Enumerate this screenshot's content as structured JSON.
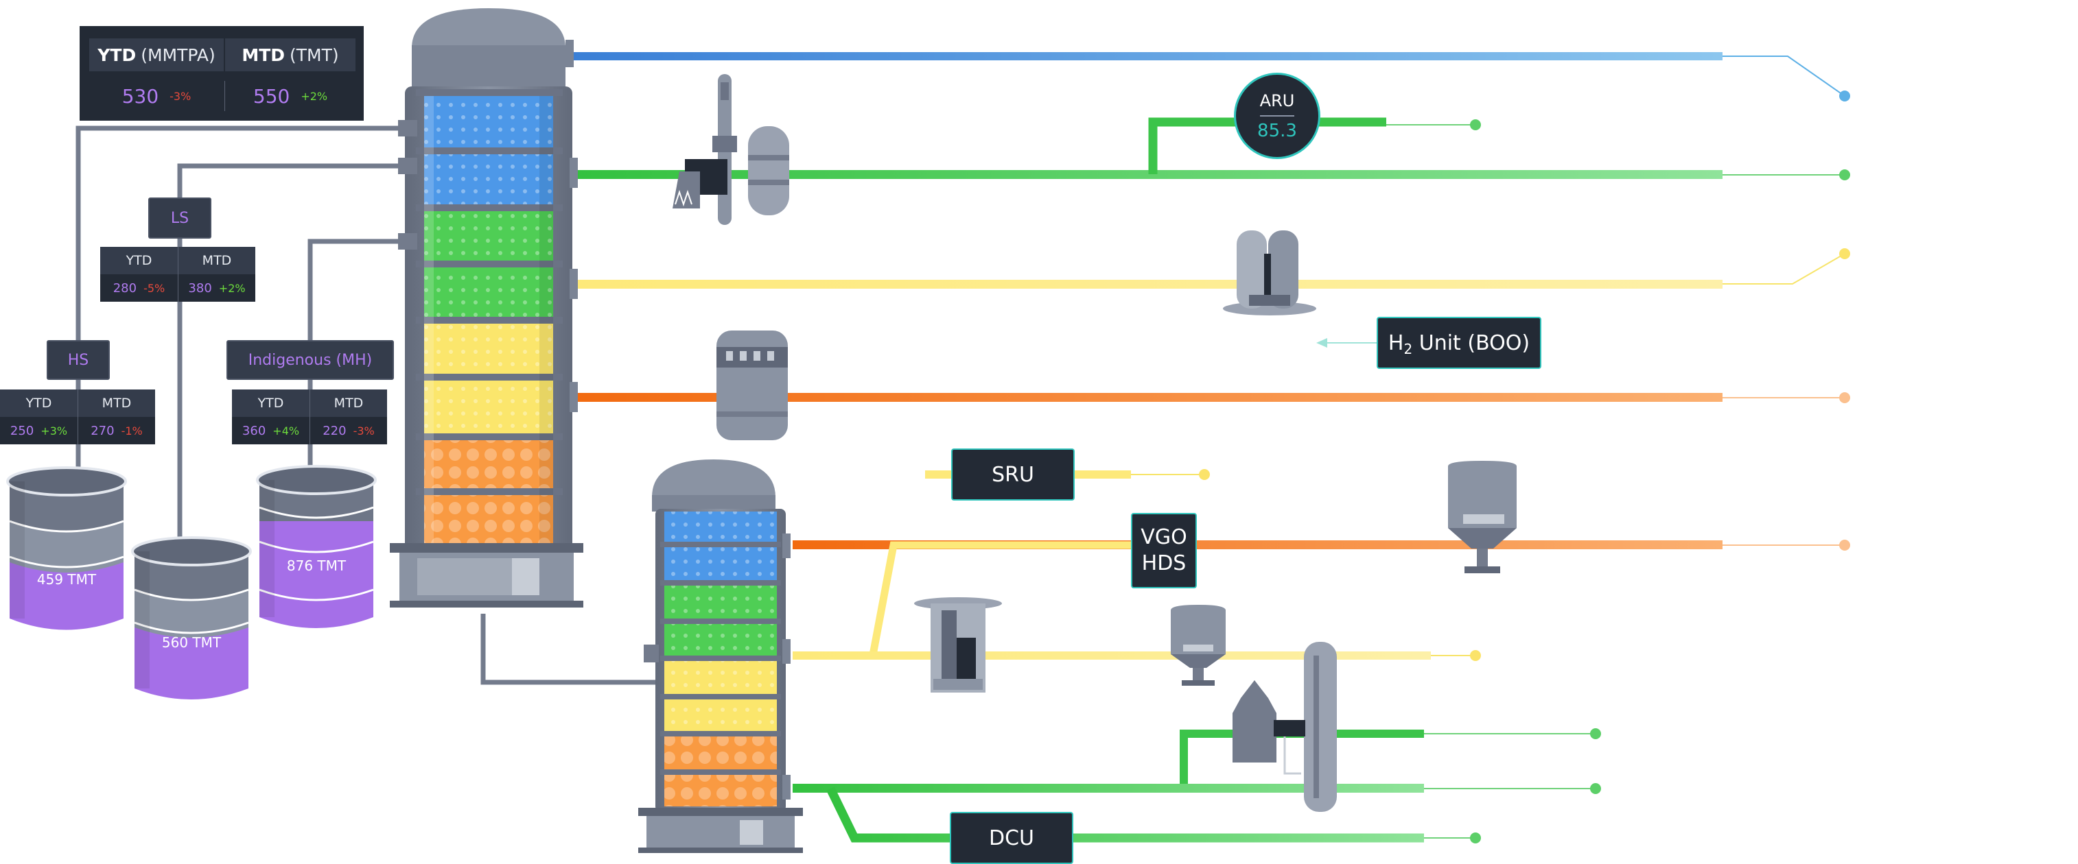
{
  "summary": {
    "ytd_label": "YTD",
    "ytd_unit": "(MMTPA)",
    "mtd_label": "MTD",
    "mtd_unit": "(TMT)",
    "ytd_value": "530",
    "ytd_change": "-3%",
    "mtd_value": "550",
    "mtd_change": "+2%"
  },
  "crudes": [
    {
      "tag": "HS",
      "ytd_label": "YTD",
      "mtd_label": "MTD",
      "ytd_value": "250",
      "ytd_change": "+3%",
      "mtd_value": "270",
      "mtd_change": "-1%",
      "tank_label": "459 TMT"
    },
    {
      "tag": "LS",
      "ytd_label": "YTD",
      "mtd_label": "MTD",
      "ytd_value": "280",
      "ytd_change": "-5%",
      "mtd_value": "380",
      "mtd_change": "+2%",
      "tank_label": "560 TMT"
    },
    {
      "tag": "Indigenous (MH)",
      "ytd_label": "YTD",
      "mtd_label": "MTD",
      "ytd_value": "360",
      "ytd_change": "+4%",
      "mtd_value": "220",
      "mtd_change": "-3%",
      "tank_label": "876 TMT"
    }
  ],
  "units": {
    "aru_name": "ARU",
    "aru_value": "85.3",
    "h2_prefix": "H",
    "h2_sub": "2",
    "h2_suffix": " Unit (BOO)",
    "sru": "SRU",
    "vgo_line1": "VGO",
    "vgo_line2": "HDS",
    "dcu": "DCU"
  },
  "colors": {
    "blue": "#3a7fd6",
    "green": "#3cc44a",
    "yellow": "#fbe36a",
    "orange": "#f47a1a",
    "purple": "#b07cf0",
    "teal": "#2fc5bd",
    "navy": "#232a35",
    "steel": "#737b8c",
    "positive": "#6ddc3c",
    "negative": "#e64a3c"
  }
}
